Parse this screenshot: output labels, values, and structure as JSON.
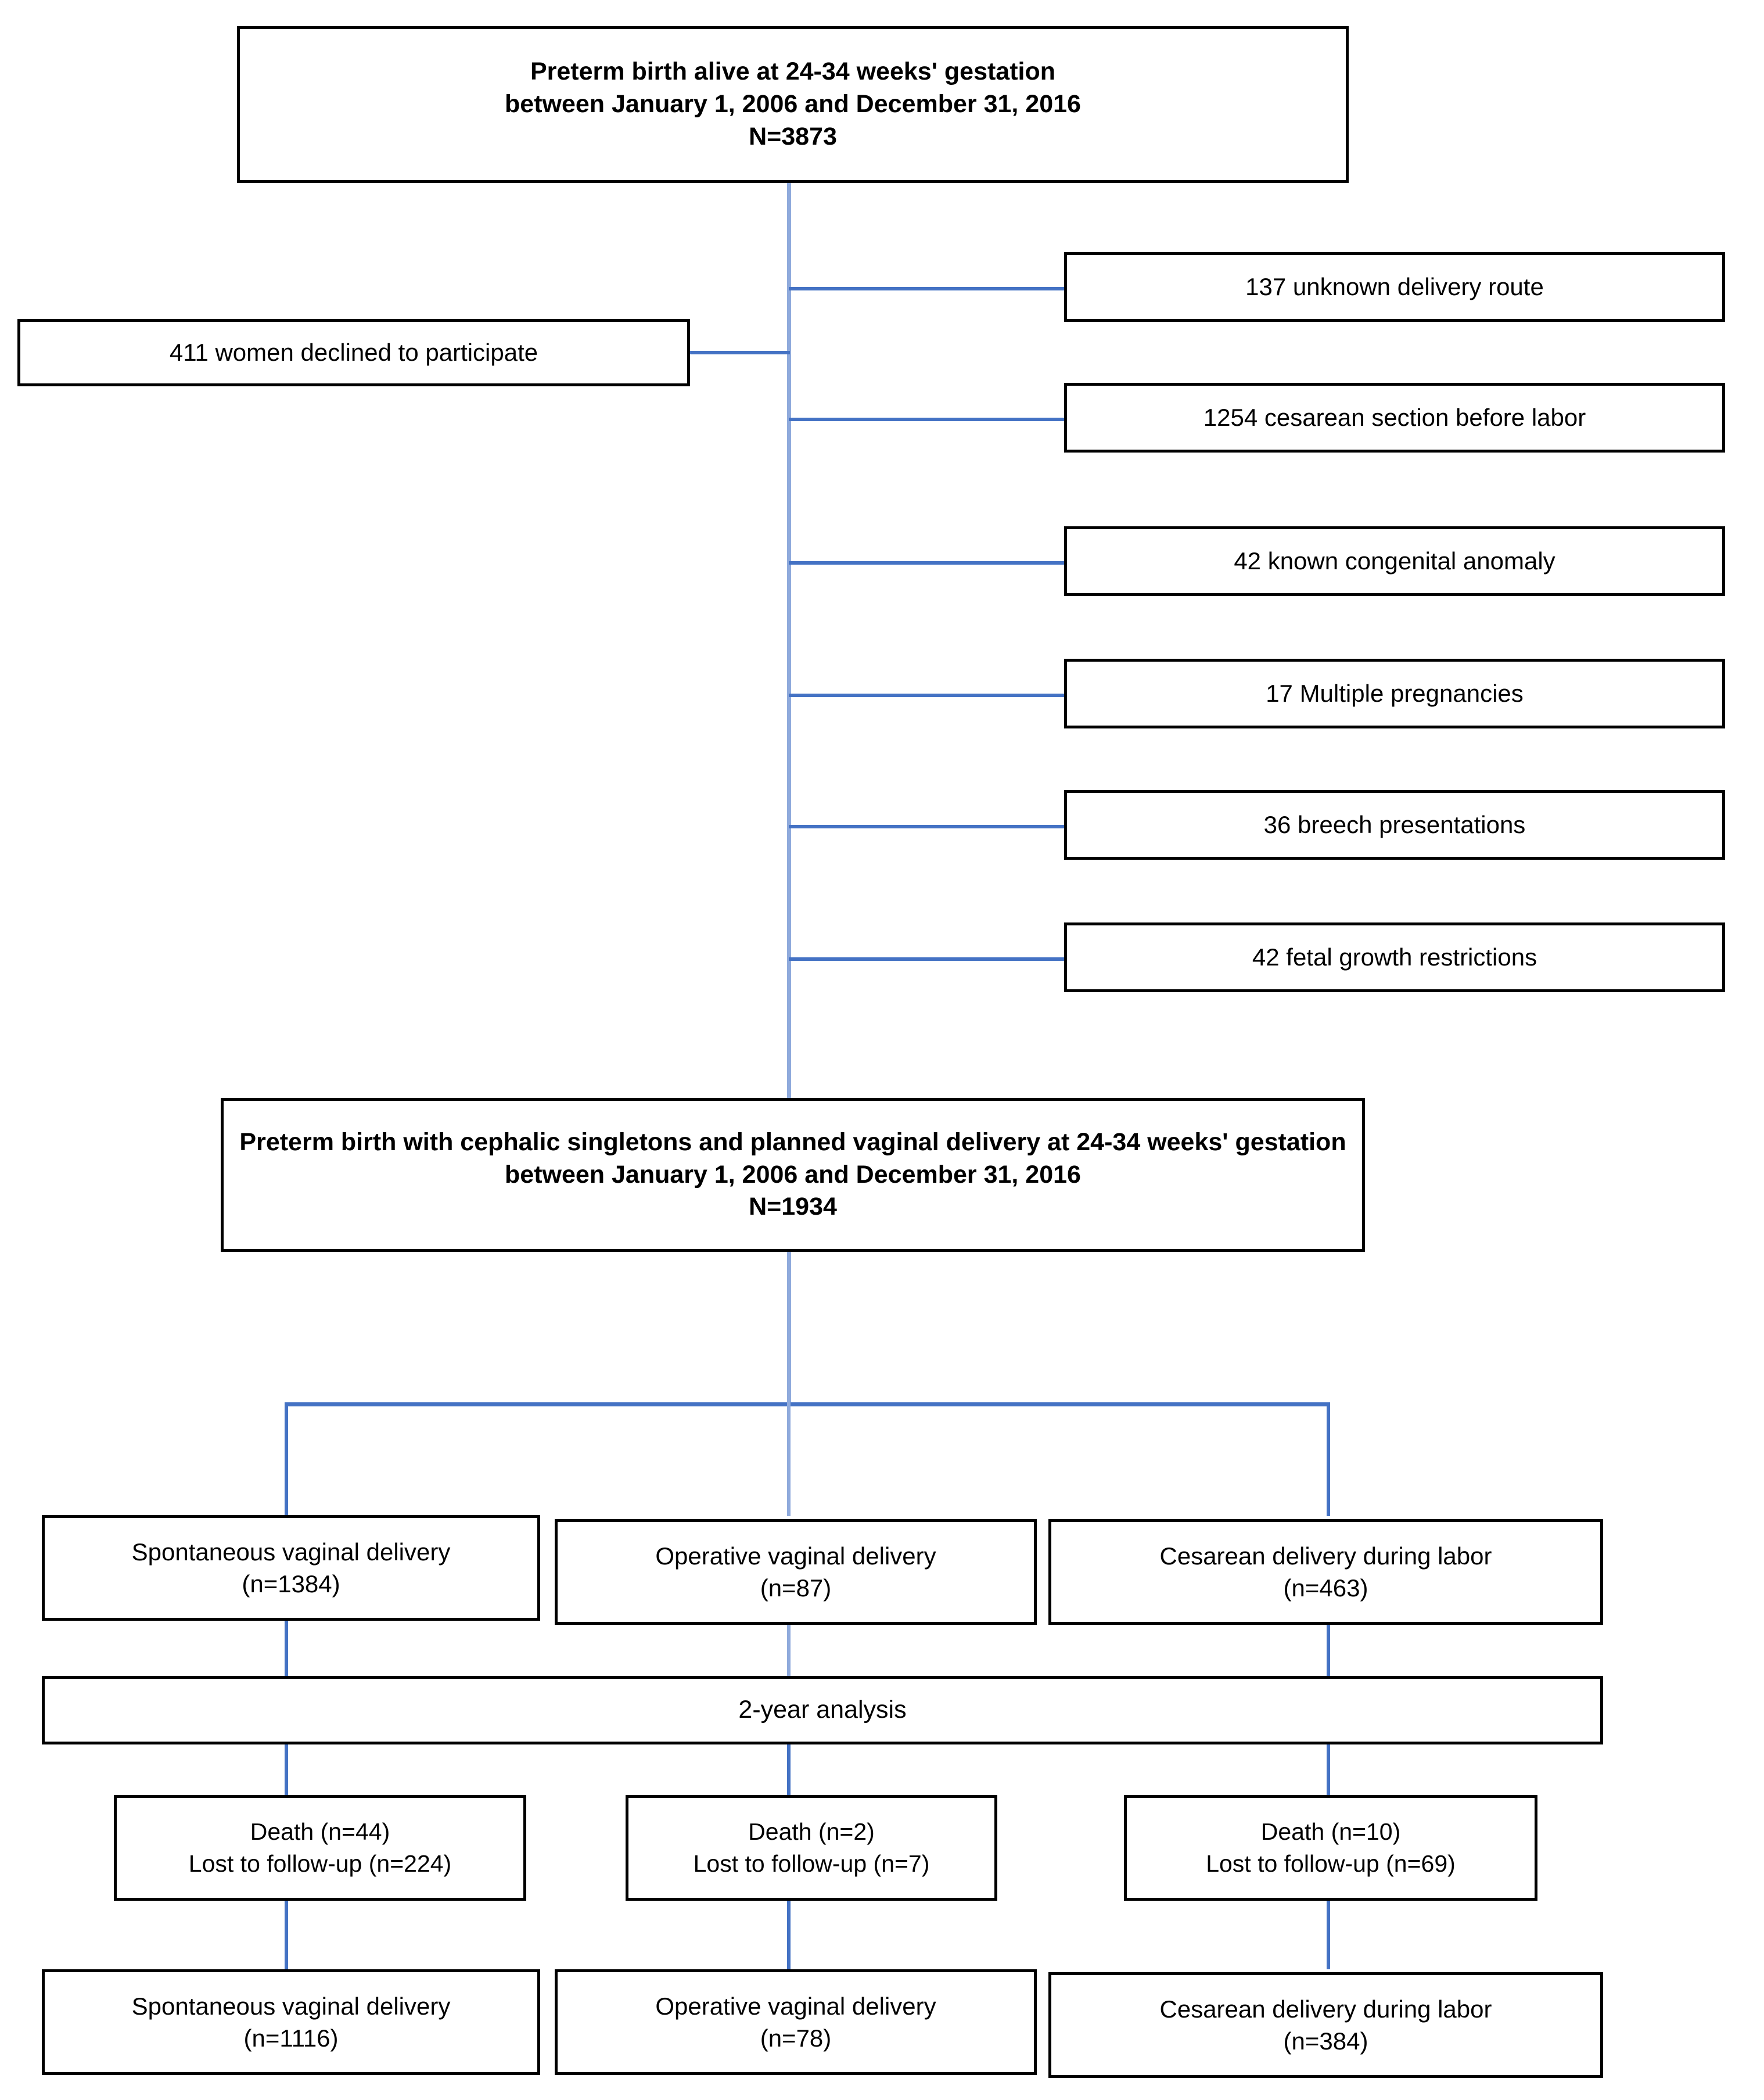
{
  "diagram": {
    "title": "Preterm birth study flow diagram",
    "accent_color": "#4472C4",
    "spine_color": "#8FAADC",
    "border_color": "#000000"
  },
  "top_box": {
    "line1": "Preterm birth alive at 24-34 weeks' gestation",
    "line2": "between January 1, 2006 and December 31, 2016",
    "line3": "N=3873"
  },
  "left_exclusion": {
    "label": "411 women declined to participate"
  },
  "exclusions": [
    {
      "label": "137 unknown delivery route"
    },
    {
      "label": "1254 cesarean section before labor"
    },
    {
      "label": "42 known congenital anomaly"
    },
    {
      "label": "17 Multiple pregnancies"
    },
    {
      "label": "36 breech presentations"
    },
    {
      "label": "42 fetal growth restrictions"
    }
  ],
  "second_box": {
    "line1": "Preterm birth with cephalic singletons and planned vaginal delivery at 24-34 weeks' gestation between January 1, 2006 and December 31, 2016",
    "line2": "N=1934"
  },
  "groups": [
    {
      "label": "Spontaneous vaginal delivery",
      "n": "(n=1384)"
    },
    {
      "label": "Operative vaginal delivery",
      "n": "(n=87)"
    },
    {
      "label": "Cesarean delivery during labor",
      "n": "(n=463)"
    }
  ],
  "analysis_band": {
    "label": "2-year analysis"
  },
  "attrition": [
    {
      "death": "Death (n=44)",
      "lost": "Lost to follow-up (n=224)"
    },
    {
      "death": "Death (n=2)",
      "lost": "Lost to follow-up (n=7)"
    },
    {
      "death": "Death (n=10)",
      "lost": "Lost to follow-up (n=69)"
    }
  ],
  "final_groups": [
    {
      "label": "Spontaneous vaginal delivery",
      "n": "(n=1116)"
    },
    {
      "label": "Operative vaginal delivery",
      "n": "(n=78)"
    },
    {
      "label": "Cesarean delivery during labor",
      "n": "(n=384)"
    }
  ]
}
